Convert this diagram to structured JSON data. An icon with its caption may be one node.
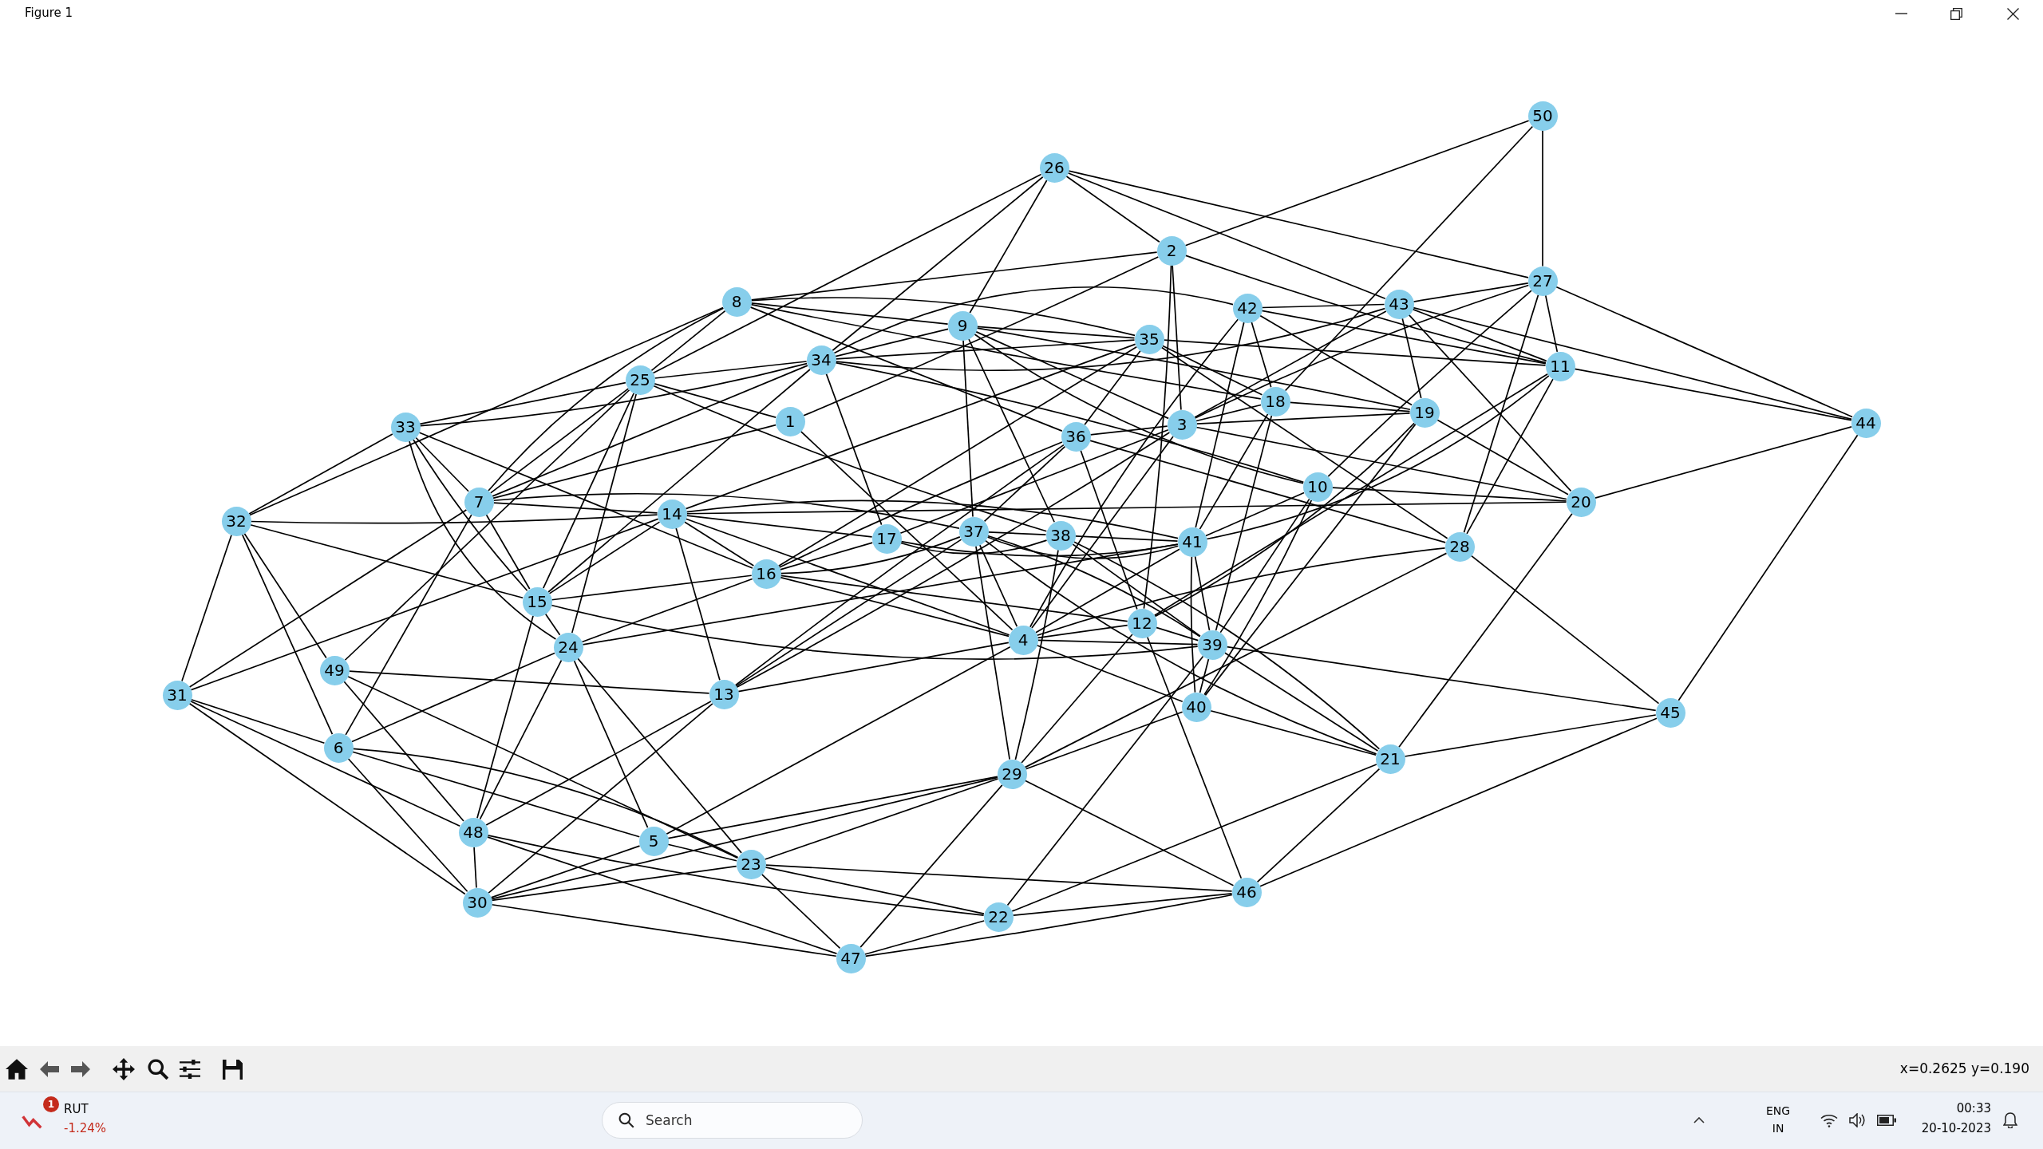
{
  "diagram": {
    "nodes": [
      {
        "text": [
          "1"
        ]
      },
      {
        "text": [
          "2"
        ]
      },
      {
        "text": [
          "3"
        ]
      },
      {
        "text": [
          "4"
        ]
      },
      {
        "text": [
          "5"
        ]
      },
      {
        "text": [
          "6"
        ]
      },
      {
        "text": [
          "7"
        ]
      },
      {
        "text": [
          "8"
        ]
      },
      {
        "text": [
          "9"
        ]
      },
      {
        "text": [
          "10"
        ]
      },
      {
        "text": [
          "11"
        ]
      },
      {
        "text": [
          "12"
        ]
      },
      {
        "text": [
          "13"
        ]
      },
      {
        "text": [
          "14"
        ]
      },
      {
        "text": [
          "15"
        ]
      },
      {
        "text": [
          "16"
        ]
      },
      {
        "text": [
          "17"
        ]
      },
      {
        "text": [
          "18"
        ]
      },
      {
        "text": [
          "19"
        ]
      },
      {
        "text": [
          "20"
        ]
      },
      {
        "text": [
          "21"
        ]
      },
      {
        "text": [
          "22"
        ]
      },
      {
        "text": [
          "23"
        ]
      },
      {
        "text": [
          "24"
        ]
      },
      {
        "text": [
          "25"
        ]
      },
      {
        "text": [
          "26"
        ]
      },
      {
        "text": [
          "27"
        ]
      },
      {
        "text": [
          "28"
        ]
      },
      {
        "text": [
          "29"
        ]
      },
      {
        "text": [
          "30"
        ]
      },
      {
        "text": [
          "31"
        ]
      },
      {
        "text": [
          "32"
        ]
      },
      {
        "text": [
          "33"
        ]
      },
      {
        "text": [
          "34"
        ]
      },
      {
        "text": [
          "35"
        ]
      },
      {
        "text": [
          "36"
        ]
      },
      {
        "text": [
          "37"
        ]
      },
      {
        "text": [
          "38"
        ]
      },
      {
        "text": [
          "39"
        ]
      },
      {
        "text": [
          "40"
        ]
      },
      {
        "text": [
          "41"
        ]
      },
      {
        "text": [
          "42"
        ]
      },
      {
        "text": [
          "43"
        ]
      },
      {
        "text": [
          "44"
        ]
      },
      {
        "text": [
          "45"
        ]
      },
      {
        "text": [
          "46"
        ]
      },
      {
        "text": [
          "47"
        ]
      },
      {
        "text": [
          "48"
        ]
      },
      {
        "text": [
          "49"
        ]
      },
      {
        "text": [
          "50"
        ]
      }
    ],
    "edges": [
      {
        "from": 49,
        "to": 1,
        "arrow": "none"
      },
      {
        "from": 49,
        "to": 17,
        "arrow": "none"
      },
      {
        "from": 49,
        "to": 26,
        "arrow": "none"
      },
      {
        "from": 25,
        "to": 1,
        "arrow": "none"
      },
      {
        "from": 25,
        "to": 42,
        "arrow": "none"
      },
      {
        "from": 25,
        "to": 26,
        "arrow": "none"
      },
      {
        "from": 25,
        "to": 8,
        "arrow": "none"
      },
      {
        "from": 25,
        "to": 24,
        "arrow": "none"
      },
      {
        "from": 25,
        "to": 33,
        "arrow": "none"
      },
      {
        "from": 1,
        "to": 7,
        "arrow": "none"
      },
      {
        "from": 1,
        "to": 2,
        "arrow": "none"
      },
      {
        "from": 1,
        "to": 11,
        "arrow": "none"
      },
      {
        "from": 1,
        "to": 0,
        "arrow": "none"
      },
      {
        "from": 1,
        "to": 10,
        "arrow": "none"
      },
      {
        "from": 26,
        "to": 42,
        "arrow": "none"
      },
      {
        "from": 26,
        "to": 10,
        "arrow": "none"
      },
      {
        "from": 26,
        "to": 43,
        "arrow": "none"
      },
      {
        "from": 26,
        "to": 2,
        "arrow": "none"
      },
      {
        "from": 26,
        "to": 9,
        "arrow": "none"
      },
      {
        "from": 26,
        "to": 27,
        "arrow": "none"
      },
      {
        "from": 42,
        "to": 41,
        "arrow": "none"
      },
      {
        "from": 42,
        "to": 10,
        "arrow": "none"
      },
      {
        "from": 42,
        "to": 43,
        "arrow": "none"
      },
      {
        "from": 42,
        "to": 18,
        "arrow": "none"
      },
      {
        "from": 42,
        "to": 19,
        "arrow": "none"
      },
      {
        "from": 42,
        "to": 33,
        "arrow": "none"
      },
      {
        "from": 42,
        "to": 2,
        "arrow": "none"
      },
      {
        "from": 41,
        "to": 10,
        "arrow": "none"
      },
      {
        "from": 41,
        "to": 18,
        "arrow": "none"
      },
      {
        "from": 41,
        "to": 17,
        "arrow": "none"
      },
      {
        "from": 41,
        "to": 40,
        "arrow": "none"
      },
      {
        "from": 41,
        "to": 33,
        "arrow": "none"
      },
      {
        "from": 41,
        "to": 3,
        "arrow": "none"
      },
      {
        "from": 7,
        "to": 8,
        "arrow": "none"
      },
      {
        "from": 7,
        "to": 34,
        "arrow": "none"
      },
      {
        "from": 7,
        "to": 24,
        "arrow": "none"
      },
      {
        "from": 7,
        "to": 6,
        "arrow": "none"
      },
      {
        "from": 7,
        "to": 31,
        "arrow": "none"
      },
      {
        "from": 7,
        "to": 35,
        "arrow": "none"
      },
      {
        "from": 7,
        "to": 17,
        "arrow": "none"
      },
      {
        "from": 8,
        "to": 33,
        "arrow": "none"
      },
      {
        "from": 8,
        "to": 34,
        "arrow": "none"
      },
      {
        "from": 8,
        "to": 2,
        "arrow": "none"
      },
      {
        "from": 8,
        "to": 9,
        "arrow": "none"
      },
      {
        "from": 8,
        "to": 36,
        "arrow": "none"
      },
      {
        "from": 8,
        "to": 37,
        "arrow": "none"
      },
      {
        "from": 8,
        "to": 18,
        "arrow": "none"
      },
      {
        "from": 34,
        "to": 33,
        "arrow": "none"
      },
      {
        "from": 34,
        "to": 10,
        "arrow": "none"
      },
      {
        "from": 34,
        "to": 17,
        "arrow": "none"
      },
      {
        "from": 34,
        "to": 27,
        "arrow": "none"
      },
      {
        "from": 34,
        "to": 35,
        "arrow": "none"
      },
      {
        "from": 34,
        "to": 15,
        "arrow": "none"
      },
      {
        "from": 33,
        "to": 24,
        "arrow": "none"
      },
      {
        "from": 33,
        "to": 32,
        "arrow": "none"
      },
      {
        "from": 33,
        "to": 16,
        "arrow": "none"
      },
      {
        "from": 33,
        "to": 9,
        "arrow": "none"
      },
      {
        "from": 33,
        "to": 14,
        "arrow": "none"
      },
      {
        "from": 33,
        "to": 6,
        "arrow": "none"
      },
      {
        "from": 24,
        "to": 32,
        "arrow": "none"
      },
      {
        "from": 24,
        "to": 0,
        "arrow": "none"
      },
      {
        "from": 24,
        "to": 37,
        "arrow": "none"
      },
      {
        "from": 24,
        "to": 6,
        "arrow": "none"
      },
      {
        "from": 24,
        "to": 48,
        "arrow": "none"
      },
      {
        "from": 24,
        "to": 14,
        "arrow": "none"
      },
      {
        "from": 24,
        "to": 23,
        "arrow": "none"
      },
      {
        "from": 10,
        "to": 43,
        "arrow": "none"
      },
      {
        "from": 10,
        "to": 27,
        "arrow": "none"
      },
      {
        "from": 10,
        "to": 11,
        "arrow": "none"
      },
      {
        "from": 17,
        "to": 18,
        "arrow": "none"
      },
      {
        "from": 17,
        "to": 2,
        "arrow": "none"
      },
      {
        "from": 17,
        "to": 40,
        "arrow": "none"
      },
      {
        "from": 17,
        "to": 38,
        "arrow": "none"
      },
      {
        "from": 18,
        "to": 2,
        "arrow": "none"
      },
      {
        "from": 18,
        "to": 19,
        "arrow": "none"
      },
      {
        "from": 18,
        "to": 39,
        "arrow": "none"
      },
      {
        "from": 18,
        "to": 11,
        "arrow": "none"
      },
      {
        "from": 43,
        "to": 19,
        "arrow": "none"
      },
      {
        "from": 43,
        "to": 44,
        "arrow": "none"
      },
      {
        "from": 32,
        "to": 31,
        "arrow": "none"
      },
      {
        "from": 32,
        "to": 6,
        "arrow": "none"
      },
      {
        "from": 32,
        "to": 14,
        "arrow": "none"
      },
      {
        "from": 32,
        "to": 23,
        "arrow": "none"
      },
      {
        "from": 32,
        "to": 15,
        "arrow": "none"
      },
      {
        "from": 0,
        "to": 6,
        "arrow": "none"
      },
      {
        "from": 0,
        "to": 3,
        "arrow": "none"
      },
      {
        "from": 2,
        "to": 35,
        "arrow": "none"
      },
      {
        "from": 2,
        "to": 19,
        "arrow": "none"
      },
      {
        "from": 2,
        "to": 3,
        "arrow": "none"
      },
      {
        "from": 2,
        "to": 16,
        "arrow": "none"
      },
      {
        "from": 2,
        "to": 12,
        "arrow": "none"
      },
      {
        "from": 35,
        "to": 12,
        "arrow": "none"
      },
      {
        "from": 35,
        "to": 11,
        "arrow": "none"
      },
      {
        "from": 35,
        "to": 27,
        "arrow": "none"
      },
      {
        "from": 35,
        "to": 36,
        "arrow": "none"
      },
      {
        "from": 35,
        "to": 15,
        "arrow": "none"
      },
      {
        "from": 9,
        "to": 19,
        "arrow": "none"
      },
      {
        "from": 9,
        "to": 40,
        "arrow": "none"
      },
      {
        "from": 9,
        "to": 38,
        "arrow": "none"
      },
      {
        "from": 9,
        "to": 39,
        "arrow": "none"
      },
      {
        "from": 19,
        "to": 20,
        "arrow": "none"
      },
      {
        "from": 19,
        "to": 13,
        "arrow": "none"
      },
      {
        "from": 6,
        "to": 13,
        "arrow": "none"
      },
      {
        "from": 6,
        "to": 36,
        "arrow": "none"
      },
      {
        "from": 6,
        "to": 14,
        "arrow": "none"
      },
      {
        "from": 6,
        "to": 5,
        "arrow": "none"
      },
      {
        "from": 6,
        "to": 30,
        "arrow": "none"
      },
      {
        "from": 31,
        "to": 13,
        "arrow": "none"
      },
      {
        "from": 31,
        "to": 14,
        "arrow": "none"
      },
      {
        "from": 31,
        "to": 30,
        "arrow": "none"
      },
      {
        "from": 31,
        "to": 5,
        "arrow": "none"
      },
      {
        "from": 31,
        "to": 48,
        "arrow": "none"
      },
      {
        "from": 13,
        "to": 12,
        "arrow": "none"
      },
      {
        "from": 13,
        "to": 14,
        "arrow": "none"
      },
      {
        "from": 13,
        "to": 30,
        "arrow": "none"
      },
      {
        "from": 13,
        "to": 16,
        "arrow": "none"
      },
      {
        "from": 13,
        "to": 40,
        "arrow": "none"
      },
      {
        "from": 13,
        "to": 3,
        "arrow": "none"
      },
      {
        "from": 13,
        "to": 15,
        "arrow": "none"
      },
      {
        "from": 13,
        "to": 34,
        "arrow": "none"
      },
      {
        "from": 16,
        "to": 40,
        "arrow": "none"
      },
      {
        "from": 16,
        "to": 37,
        "arrow": "none"
      },
      {
        "from": 16,
        "to": 15,
        "arrow": "none"
      },
      {
        "from": 36,
        "to": 28,
        "arrow": "none"
      },
      {
        "from": 36,
        "to": 3,
        "arrow": "none"
      },
      {
        "from": 36,
        "to": 37,
        "arrow": "none"
      },
      {
        "from": 36,
        "to": 40,
        "arrow": "none"
      },
      {
        "from": 36,
        "to": 38,
        "arrow": "none"
      },
      {
        "from": 36,
        "to": 20,
        "arrow": "none"
      },
      {
        "from": 36,
        "to": 12,
        "arrow": "none"
      },
      {
        "from": 36,
        "to": 15,
        "arrow": "none"
      },
      {
        "from": 37,
        "to": 40,
        "arrow": "none"
      },
      {
        "from": 37,
        "to": 28,
        "arrow": "none"
      },
      {
        "from": 37,
        "to": 38,
        "arrow": "none"
      },
      {
        "from": 37,
        "to": 20,
        "arrow": "none"
      },
      {
        "from": 40,
        "to": 38,
        "arrow": "none"
      },
      {
        "from": 40,
        "to": 39,
        "arrow": "none"
      },
      {
        "from": 40,
        "to": 3,
        "arrow": "none"
      },
      {
        "from": 40,
        "to": 10,
        "arrow": "none"
      },
      {
        "from": 27,
        "to": 3,
        "arrow": "none"
      },
      {
        "from": 27,
        "to": 28,
        "arrow": "none"
      },
      {
        "from": 27,
        "to": 44,
        "arrow": "none"
      },
      {
        "from": 20,
        "to": 44,
        "arrow": "none"
      },
      {
        "from": 20,
        "to": 45,
        "arrow": "none"
      },
      {
        "from": 20,
        "to": 21,
        "arrow": "none"
      },
      {
        "from": 20,
        "to": 39,
        "arrow": "none"
      },
      {
        "from": 20,
        "to": 38,
        "arrow": "none"
      },
      {
        "from": 38,
        "to": 44,
        "arrow": "none"
      },
      {
        "from": 38,
        "to": 39,
        "arrow": "none"
      },
      {
        "from": 38,
        "to": 11,
        "arrow": "none"
      },
      {
        "from": 38,
        "to": 3,
        "arrow": "none"
      },
      {
        "from": 38,
        "to": 21,
        "arrow": "none"
      },
      {
        "from": 39,
        "to": 3,
        "arrow": "none"
      },
      {
        "from": 39,
        "to": 28,
        "arrow": "none"
      },
      {
        "from": 11,
        "to": 15,
        "arrow": "none"
      },
      {
        "from": 11,
        "to": 3,
        "arrow": "none"
      },
      {
        "from": 11,
        "to": 28,
        "arrow": "none"
      },
      {
        "from": 11,
        "to": 45,
        "arrow": "none"
      },
      {
        "from": 28,
        "to": 4,
        "arrow": "none"
      },
      {
        "from": 28,
        "to": 22,
        "arrow": "none"
      },
      {
        "from": 28,
        "to": 29,
        "arrow": "none"
      },
      {
        "from": 28,
        "to": 46,
        "arrow": "none"
      },
      {
        "from": 28,
        "to": 45,
        "arrow": "none"
      },
      {
        "from": 45,
        "to": 22,
        "arrow": "none"
      },
      {
        "from": 45,
        "to": 21,
        "arrow": "none"
      },
      {
        "from": 45,
        "to": 46,
        "arrow": "none"
      },
      {
        "from": 45,
        "to": 44,
        "arrow": "none"
      },
      {
        "from": 21,
        "to": 22,
        "arrow": "none"
      },
      {
        "from": 21,
        "to": 47,
        "arrow": "none"
      },
      {
        "from": 21,
        "to": 46,
        "arrow": "none"
      },
      {
        "from": 46,
        "to": 29,
        "arrow": "none"
      },
      {
        "from": 46,
        "to": 47,
        "arrow": "none"
      },
      {
        "from": 46,
        "to": 22,
        "arrow": "none"
      },
      {
        "from": 22,
        "to": 23,
        "arrow": "none"
      },
      {
        "from": 22,
        "to": 48,
        "arrow": "none"
      },
      {
        "from": 22,
        "to": 5,
        "arrow": "none"
      },
      {
        "from": 22,
        "to": 4,
        "arrow": "none"
      },
      {
        "from": 22,
        "to": 29,
        "arrow": "none"
      },
      {
        "from": 4,
        "to": 5,
        "arrow": "none"
      },
      {
        "from": 4,
        "to": 23,
        "arrow": "none"
      },
      {
        "from": 4,
        "to": 3,
        "arrow": "none"
      },
      {
        "from": 4,
        "to": 29,
        "arrow": "none"
      },
      {
        "from": 47,
        "to": 30,
        "arrow": "none"
      },
      {
        "from": 47,
        "to": 48,
        "arrow": "none"
      },
      {
        "from": 47,
        "to": 14,
        "arrow": "none"
      },
      {
        "from": 47,
        "to": 23,
        "arrow": "none"
      },
      {
        "from": 47,
        "to": 12,
        "arrow": "none"
      },
      {
        "from": 47,
        "to": 29,
        "arrow": "none"
      },
      {
        "from": 29,
        "to": 30,
        "arrow": "none"
      },
      {
        "from": 29,
        "to": 5,
        "arrow": "none"
      },
      {
        "from": 29,
        "to": 12,
        "arrow": "none"
      },
      {
        "from": 5,
        "to": 30,
        "arrow": "none"
      },
      {
        "from": 5,
        "to": 23,
        "arrow": "none"
      },
      {
        "from": 23,
        "to": 14,
        "arrow": "none"
      },
      {
        "from": 23,
        "to": 15,
        "arrow": "none"
      },
      {
        "from": 23,
        "to": 40,
        "arrow": "none"
      },
      {
        "from": 14,
        "to": 15,
        "arrow": "none"
      },
      {
        "from": 14,
        "to": 38,
        "arrow": "none"
      },
      {
        "from": 12,
        "to": 48,
        "arrow": "none"
      },
      {
        "from": 12,
        "to": 3,
        "arrow": "none"
      },
      {
        "from": 15,
        "to": 3,
        "arrow": "none"
      }
    ],
    "labels": [
      "Figure 1",
      "x=0.2625 y=0.190",
      "1",
      "RUT",
      "-1.24%",
      "Search",
      "ENG IN",
      "00:33",
      "20-10-2023"
    ]
  }
}
